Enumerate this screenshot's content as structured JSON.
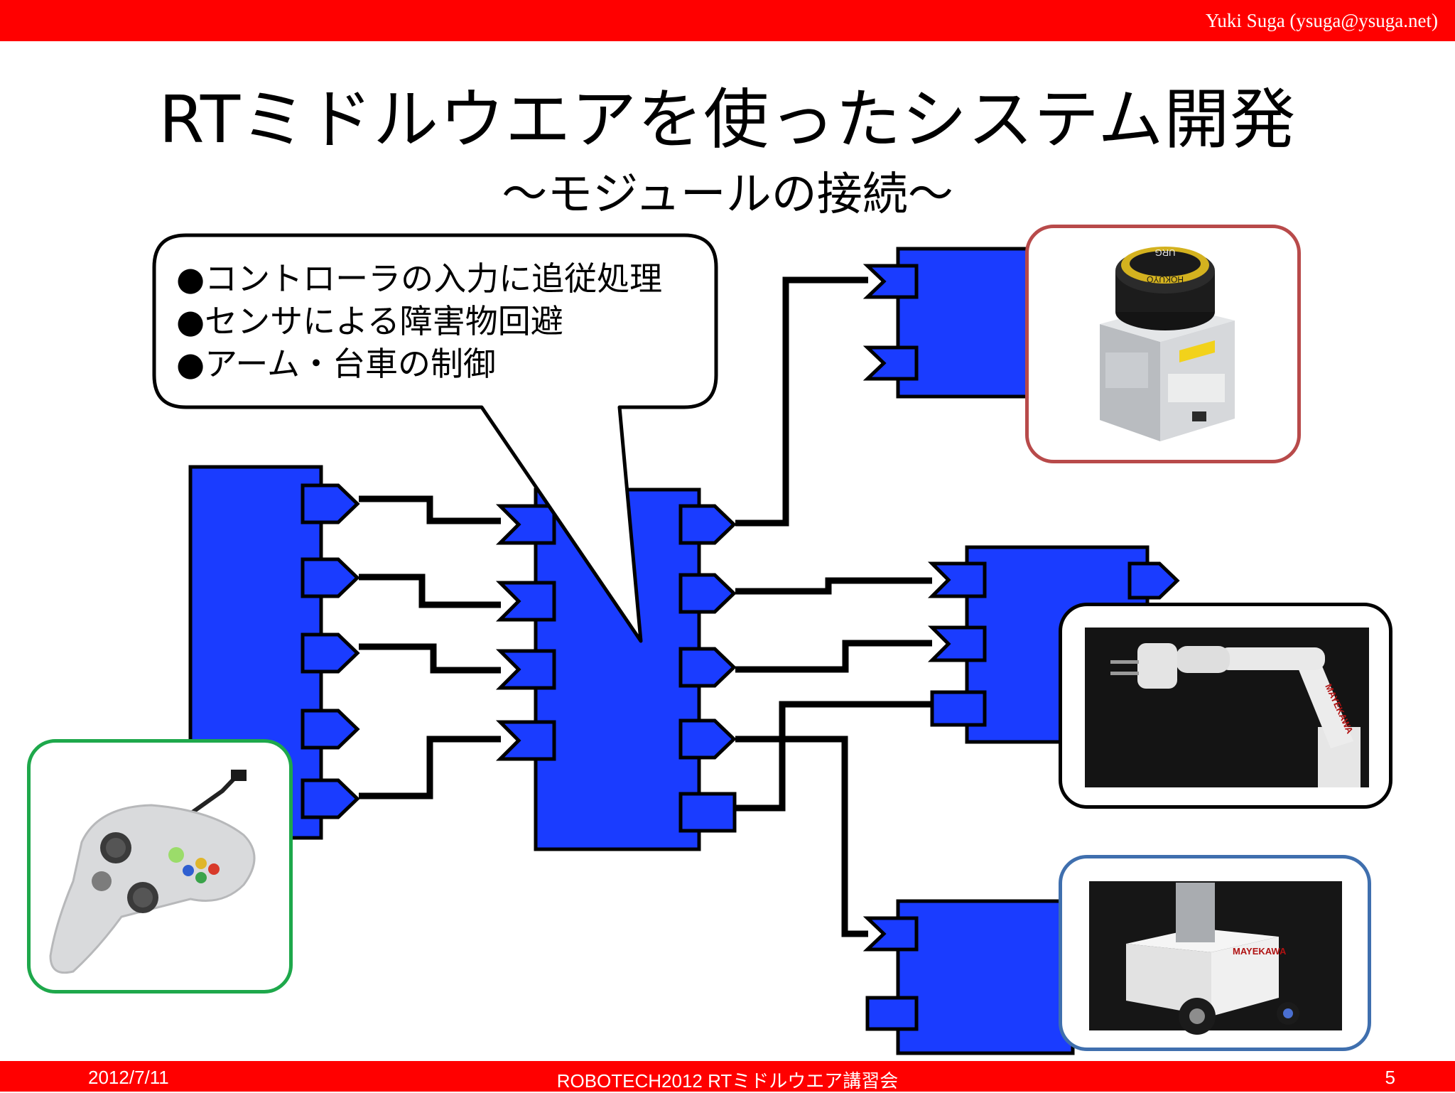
{
  "header": {
    "author": "Yuki Suga (ysuga@ysuga.net)"
  },
  "slide": {
    "title": "RTミドルウエアを使ったシステム開発",
    "subtitle": "～モジュールの接続～"
  },
  "callout": {
    "items": [
      "●コントローラの入力に追従処理",
      "●センサによる障害物回避",
      "●アーム・台車の制御"
    ]
  },
  "photos": {
    "lidar_label_1": "URG",
    "lidar_label_2": "HOKUYO",
    "arm_label": "MAYEKAWA",
    "cart_label": "MAYEKAWA"
  },
  "colors": {
    "component_fill": "#1a3cff",
    "bars": "#ff0000",
    "lidar_frame": "#b84a4a",
    "cart_frame": "#3f6fae",
    "pad_frame": "#1ea84b"
  },
  "footer": {
    "date": "2012/7/11",
    "event": "ROBOTECH2012 RTミドルウエア講習会",
    "page": "5"
  }
}
